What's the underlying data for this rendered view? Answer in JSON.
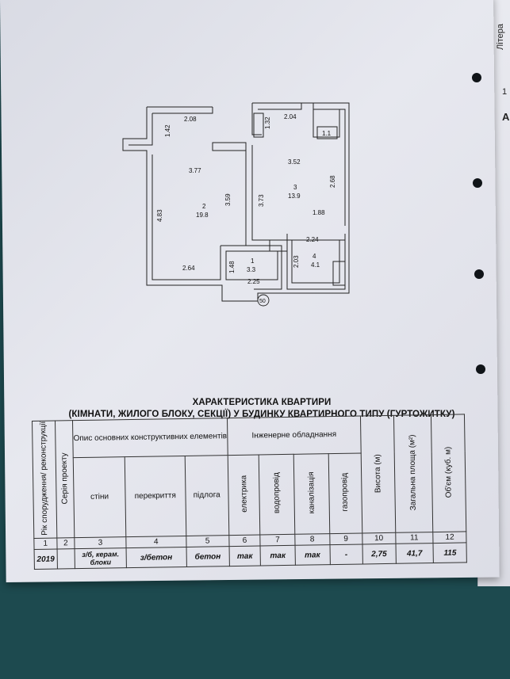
{
  "side": {
    "label": "Літера",
    "num": "1",
    "letter": "А"
  },
  "plan": {
    "room1": {
      "num": "1",
      "area": "3.3"
    },
    "room2": {
      "num": "2",
      "area": "19.8"
    },
    "room3": {
      "num": "3",
      "area": "13.9"
    },
    "room4": {
      "num": "4",
      "area": "4.1"
    },
    "dims": {
      "d208": "2.08",
      "d142": "1.42",
      "d377": "3.77",
      "d483": "4.83",
      "d359": "3.59",
      "d264": "2.64",
      "d148": "1.48",
      "d225": "2.25",
      "d204": "2.04",
      "d132": "1.32",
      "d11": "1.1",
      "d352": "3.52",
      "d373": "3.73",
      "d268": "2.68",
      "d188": "1.88",
      "d224": "2.24",
      "d203": "2.03"
    },
    "marker": "50"
  },
  "title": {
    "line1": "ХАРАКТЕРИСТИКА КВАРТИРИ",
    "line2": "(КІМНАТИ, ЖИЛОГО БЛОКУ, СЕКЦІЇ) У БУДИНКУ КВАРТИРНОГО ТИПУ (ГУРТОЖИТКУ)"
  },
  "table": {
    "h_year": "Рік спорудження/ реконструкції",
    "h_series": "Серія проекту",
    "h_struct": "Опис основних конструктивних елементів",
    "h_eng": "Інженерне обладнання",
    "h_walls": "стіни",
    "h_floors": "перекриття",
    "h_floor": "підлога",
    "h_elec": "електрика",
    "h_water": "водопровід",
    "h_sewer": "каналізація",
    "h_gas": "газопровід",
    "h_height": "Висота (м)",
    "h_area": "Загальна площа (м²)",
    "h_volume": "Об'єм (куб. м)",
    "nums": [
      "1",
      "2",
      "3",
      "4",
      "5",
      "6",
      "7",
      "8",
      "9",
      "10",
      "11",
      "12"
    ],
    "values": {
      "year": "2019",
      "series": "",
      "walls": "з/б, керам. блоки",
      "floors": "з/бетон",
      "floor": "бетон",
      "elec": "так",
      "water": "так",
      "sewer": "так",
      "gas": "-",
      "height": "2,75",
      "area": "41,7",
      "volume": "115"
    }
  }
}
